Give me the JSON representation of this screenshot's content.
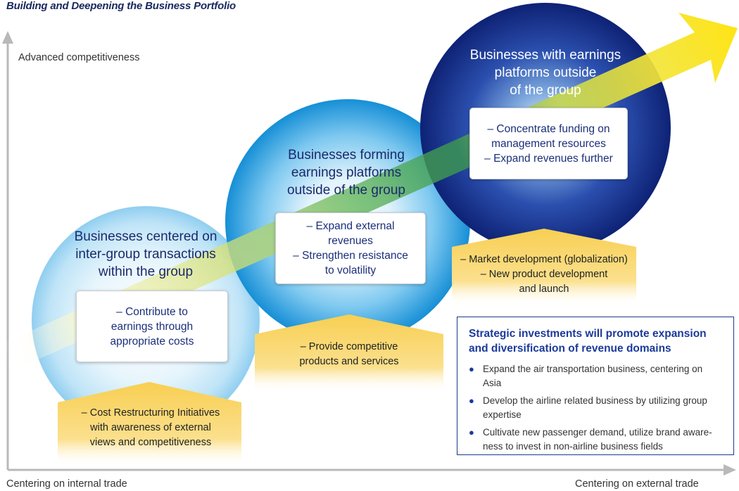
{
  "title": "Building and Deepening the Business Portfolio",
  "y_axis_label": "Advanced competitiveness",
  "x_axis_left_label": "Centering on internal trade",
  "x_axis_right_label": "Centering on external trade",
  "stages": [
    {
      "title": [
        "Businesses centered on",
        "inter-group transactions",
        "within the group"
      ],
      "box_items": [
        "– Contribute to",
        "earnings through",
        "appropriate costs"
      ],
      "foundation": [
        "– Cost Restructuring Initiatives",
        "with awareness of external",
        "views and competitiveness"
      ]
    },
    {
      "title": [
        "Businesses forming",
        "earnings platforms",
        "outside of the group"
      ],
      "box_items": [
        "– Expand external",
        "revenues",
        "– Strengthen resistance",
        "to volatility"
      ],
      "foundation": [
        "– Provide competitive",
        "products and services"
      ]
    },
    {
      "title": [
        "Businesses with earnings",
        "platforms outside",
        "of the group"
      ],
      "box_items": [
        "– Concentrate funding on",
        "management resources",
        "– Expand revenues further"
      ],
      "foundation": [
        "– Market development (globalization)",
        "– New product development",
        "and launch"
      ]
    }
  ],
  "strategy": {
    "heading": [
      "Strategic investments will promote expansion",
      "and diversification of revenue domains"
    ],
    "bullet_glyph": "●",
    "bullets": [
      [
        "Expand the air transportation business, centering on Asia"
      ],
      [
        "Develop the airline related business by utilizing group",
        "expertise"
      ],
      [
        "Cultivate new passenger demand, utilize brand aware-",
        "ness to invest in non-airline business fields"
      ]
    ]
  },
  "colors": {
    "arrow_yellow": "#f2e43a",
    "arrow_green": "#3f9b4a",
    "circle_light": "#aedcf4",
    "circle_mid": "#2fa2e0",
    "circle_dark": "#152b86",
    "foundation": "#f7cc4f",
    "axis": "#b9b9b9",
    "text_navy": "#1b2a6b"
  }
}
